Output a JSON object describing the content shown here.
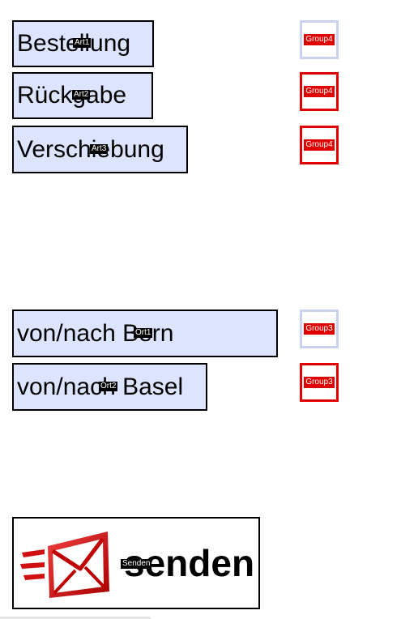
{
  "art_fields": [
    {
      "label": "Bestellung",
      "tag": "Art1"
    },
    {
      "label": "Rückgabe",
      "tag": "Art2"
    },
    {
      "label": "Verschiebung",
      "tag": "Art3"
    }
  ],
  "art_checkboxes": [
    {
      "group": "Group4",
      "checked": true,
      "check_glyph": "✓"
    },
    {
      "group": "Group4",
      "checked": false
    },
    {
      "group": "Group4",
      "checked": false
    }
  ],
  "ort_fields": [
    {
      "label": "von/nach Bern",
      "tag": "Ort1"
    },
    {
      "label": "von/nach Basel",
      "tag": "Ort2"
    }
  ],
  "ort_checkboxes": [
    {
      "group": "Group3",
      "checked": true,
      "check_glyph": "✓"
    },
    {
      "group": "Group3",
      "checked": false
    }
  ],
  "send_button": {
    "label": "senden",
    "tag": "Senden",
    "icon": "mail-send-icon"
  },
  "colors": {
    "field_bg": "#dde4ff",
    "accent_red": "#e10000",
    "checkbox_light": "#c9d3f0"
  }
}
